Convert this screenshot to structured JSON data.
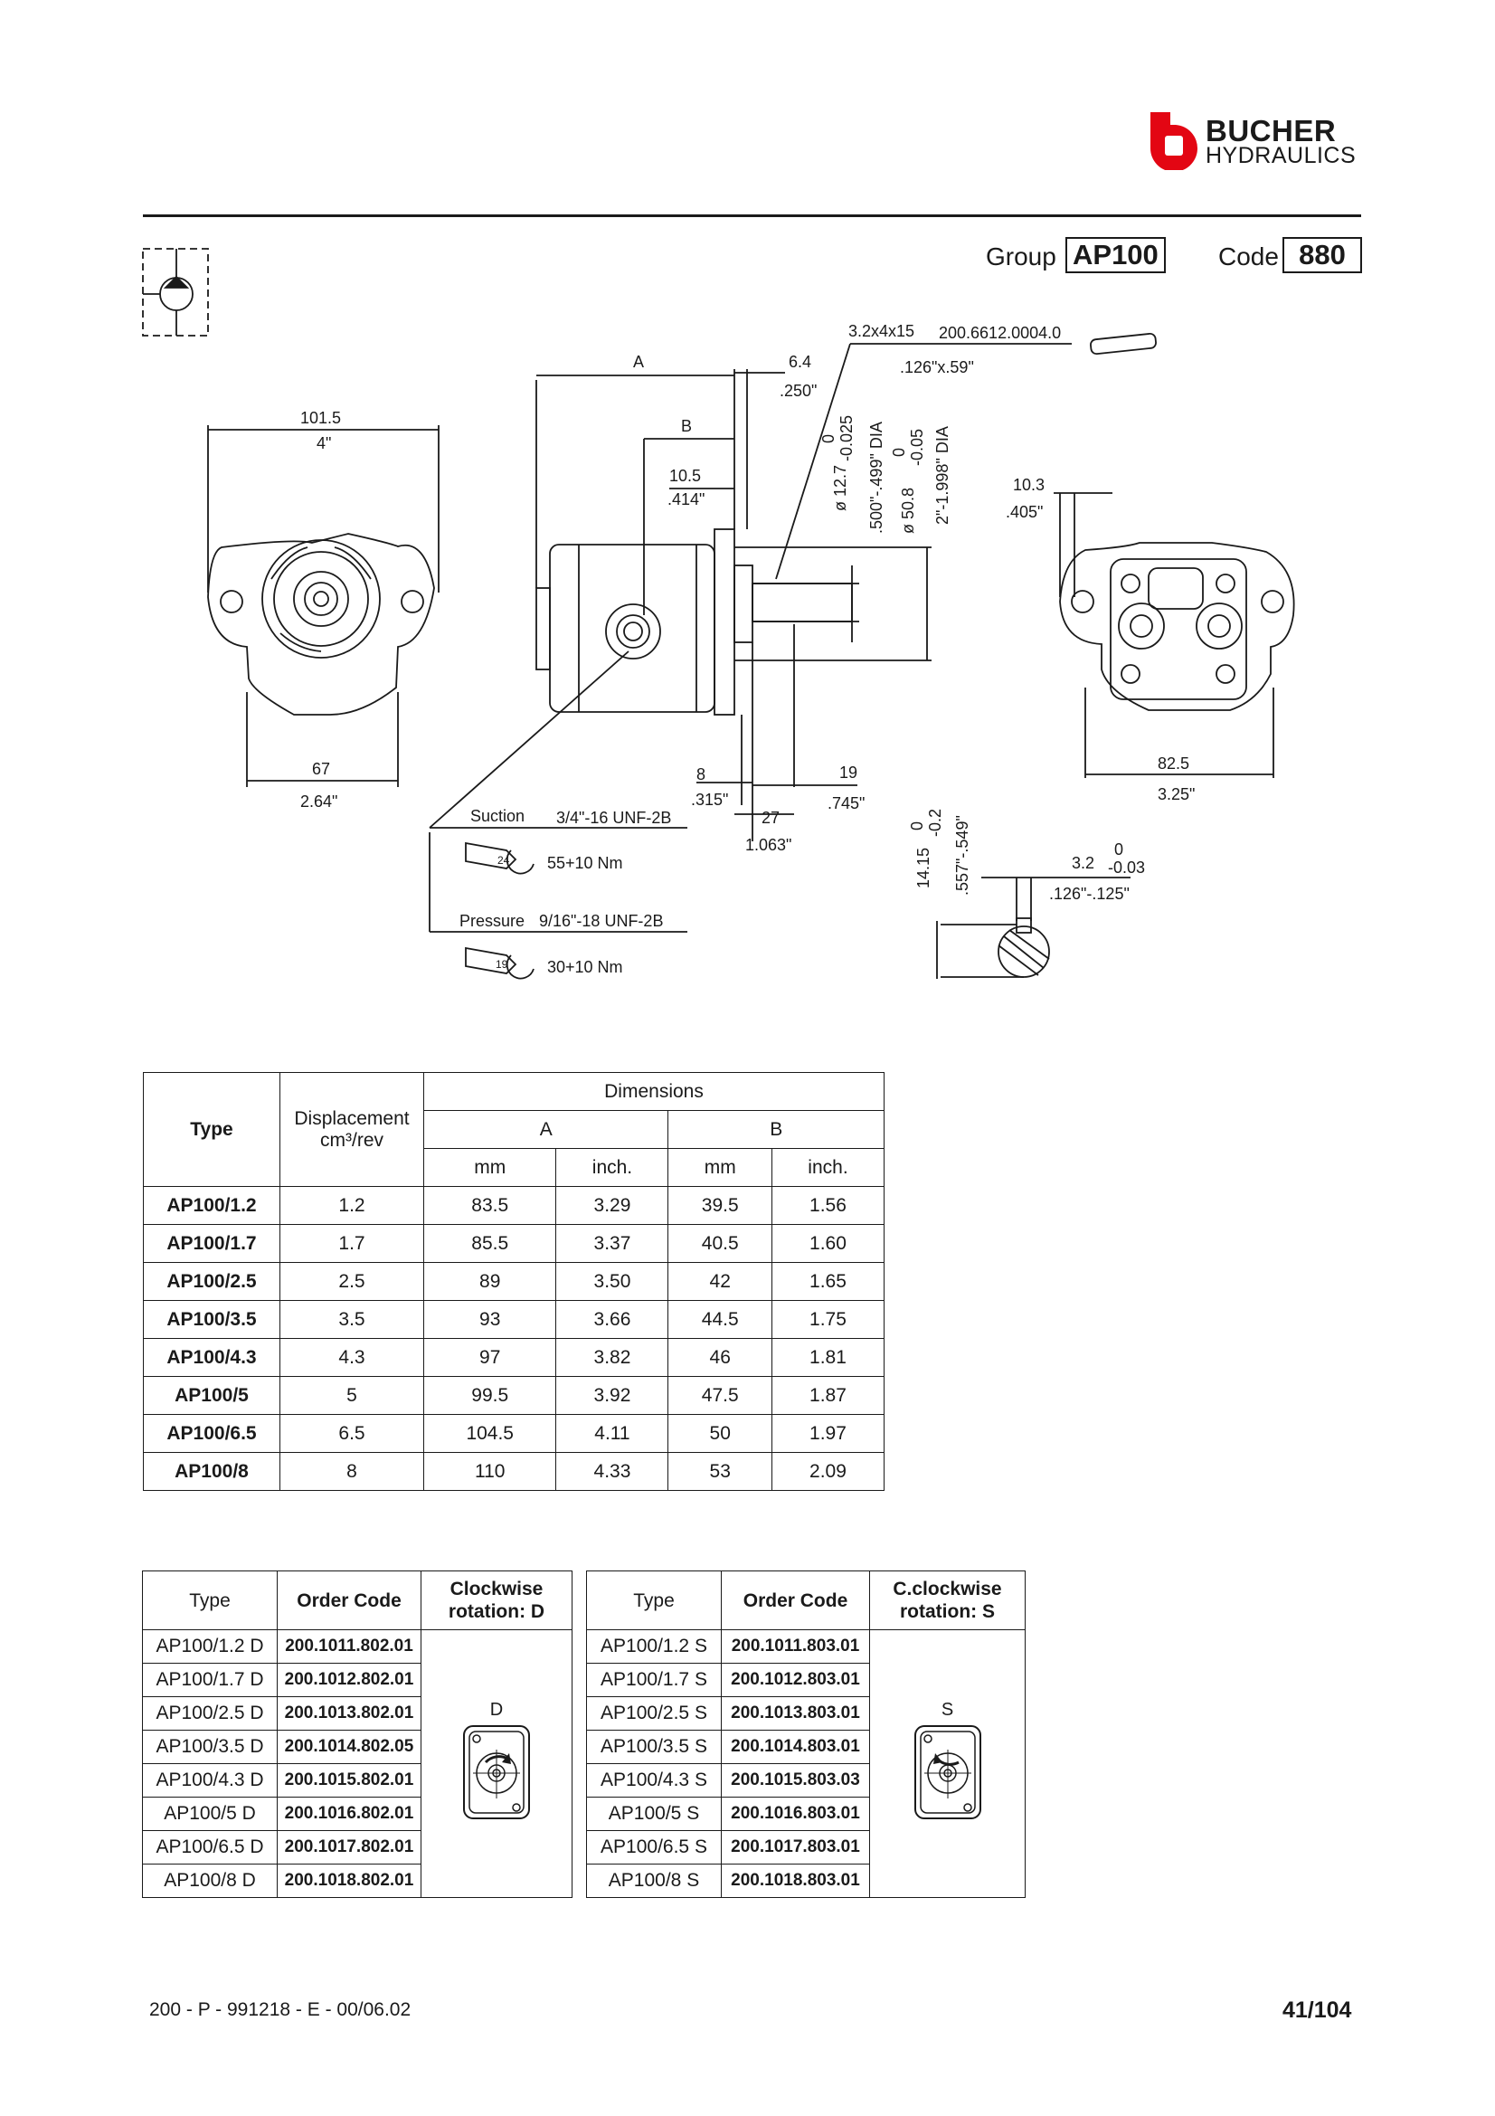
{
  "header": {
    "brand_line1": "BUCHER",
    "brand_line2": "HYDRAULICS",
    "brand_color": "#e30613",
    "group_label": "Group",
    "group_value": "AP100",
    "code_label": "Code",
    "code_value": "880"
  },
  "drawing": {
    "front": {
      "width_mm": "101.5",
      "width_in": "4\"",
      "bottom_mm": "67",
      "bottom_in": "2.64\""
    },
    "side": {
      "a": "A",
      "b": "B",
      "d64": "6.4",
      "d250": ".250\"",
      "d105": "10.5",
      "d414": ".414\"",
      "key_size": "3.2x4x15",
      "key_code": "200.6612.0004.0",
      "key_in": ".126\"x.59\"",
      "shaft_tol": "0",
      "shaft_tol2": "-0.025",
      "shaft_dia": "ø 12.7",
      "shaft_in": ".500\"-.499\" DIA",
      "pilot_tol": "0",
      "pilot_tol2": "-0.05",
      "pilot_dia": "ø 50.8",
      "pilot_in": "2\"-1.998\" DIA",
      "d8": "8",
      "d315": ".315\"",
      "d27": "27",
      "d1063": "1.063\"",
      "d19": "19",
      "d745": ".745\""
    },
    "rear": {
      "d103": "10.3",
      "d405": ".405\"",
      "d825": "82.5",
      "d325": "3.25\""
    },
    "key": {
      "d1415": "14.15",
      "tol1": "0",
      "tol2": "-0.2",
      "in1": ".557\"-.549\"",
      "d32": "3.2",
      "tol3": "0",
      "tol4": "-0.03",
      "in2": ".126\"-.125\""
    },
    "ports": {
      "suction_label": "Suction",
      "suction_thread": "3/4\"-16 UNF-2B",
      "wrench1": "24",
      "torque1": "55+10 Nm",
      "pressure_label": "Pressure",
      "pressure_thread": "9/16\"-18 UNF-2B",
      "wrench2": "19",
      "torque2": "30+10 Nm"
    }
  },
  "dimensions_table": {
    "h_type": "Type",
    "h_disp": "Displacement",
    "h_disp_unit": "cm³/rev",
    "h_dimensions": "Dimensions",
    "h_a": "A",
    "h_b": "B",
    "h_mm": "mm",
    "h_inch": "inch.",
    "rows": [
      {
        "type": "AP100/1.2",
        "disp": "1.2",
        "a_mm": "83.5",
        "a_in": "3.29",
        "b_mm": "39.5",
        "b_in": "1.56"
      },
      {
        "type": "AP100/1.7",
        "disp": "1.7",
        "a_mm": "85.5",
        "a_in": "3.37",
        "b_mm": "40.5",
        "b_in": "1.60"
      },
      {
        "type": "AP100/2.5",
        "disp": "2.5",
        "a_mm": "89",
        "a_in": "3.50",
        "b_mm": "42",
        "b_in": "1.65"
      },
      {
        "type": "AP100/3.5",
        "disp": "3.5",
        "a_mm": "93",
        "a_in": "3.66",
        "b_mm": "44.5",
        "b_in": "1.75"
      },
      {
        "type": "AP100/4.3",
        "disp": "4.3",
        "a_mm": "97",
        "a_in": "3.82",
        "b_mm": "46",
        "b_in": "1.81"
      },
      {
        "type": "AP100/5",
        "disp": "5",
        "a_mm": "99.5",
        "a_in": "3.92",
        "b_mm": "47.5",
        "b_in": "1.87"
      },
      {
        "type": "AP100/6.5",
        "disp": "6.5",
        "a_mm": "104.5",
        "a_in": "4.11",
        "b_mm": "50",
        "b_in": "1.97"
      },
      {
        "type": "AP100/8",
        "disp": "8",
        "a_mm": "110",
        "a_in": "4.33",
        "b_mm": "53",
        "b_in": "2.09"
      }
    ]
  },
  "clockwise_table": {
    "h_type": "Type",
    "h_code": "Order Code",
    "h_rot1": "Clockwise",
    "h_rot2": "rotation: D",
    "icon_letter": "D",
    "rows": [
      {
        "type": "AP100/1.2 D",
        "code": "200.1011.802.01"
      },
      {
        "type": "AP100/1.7 D",
        "code": "200.1012.802.01"
      },
      {
        "type": "AP100/2.5 D",
        "code": "200.1013.802.01"
      },
      {
        "type": "AP100/3.5 D",
        "code": "200.1014.802.05"
      },
      {
        "type": "AP100/4.3 D",
        "code": "200.1015.802.01"
      },
      {
        "type": "AP100/5 D",
        "code": "200.1016.802.01"
      },
      {
        "type": "AP100/6.5 D",
        "code": "200.1017.802.01"
      },
      {
        "type": "AP100/8 D",
        "code": "200.1018.802.01"
      }
    ]
  },
  "counterclockwise_table": {
    "h_type": "Type",
    "h_code": "Order Code",
    "h_rot1": "C.clockwise",
    "h_rot2": "rotation: S",
    "icon_letter": "S",
    "rows": [
      {
        "type": "AP100/1.2 S",
        "code": "200.1011.803.01"
      },
      {
        "type": "AP100/1.7 S",
        "code": "200.1012.803.01"
      },
      {
        "type": "AP100/2.5 S",
        "code": "200.1013.803.01"
      },
      {
        "type": "AP100/3.5 S",
        "code": "200.1014.803.01"
      },
      {
        "type": "AP100/4.3 S",
        "code": "200.1015.803.03"
      },
      {
        "type": "AP100/5 S",
        "code": "200.1016.803.01"
      },
      {
        "type": "AP100/6.5 S",
        "code": "200.1017.803.01"
      },
      {
        "type": "AP100/8 S",
        "code": "200.1018.803.01"
      }
    ]
  },
  "footer": {
    "doc_ref": "200 - P - 991218 - E - 00/06.02",
    "page": "41/104"
  }
}
